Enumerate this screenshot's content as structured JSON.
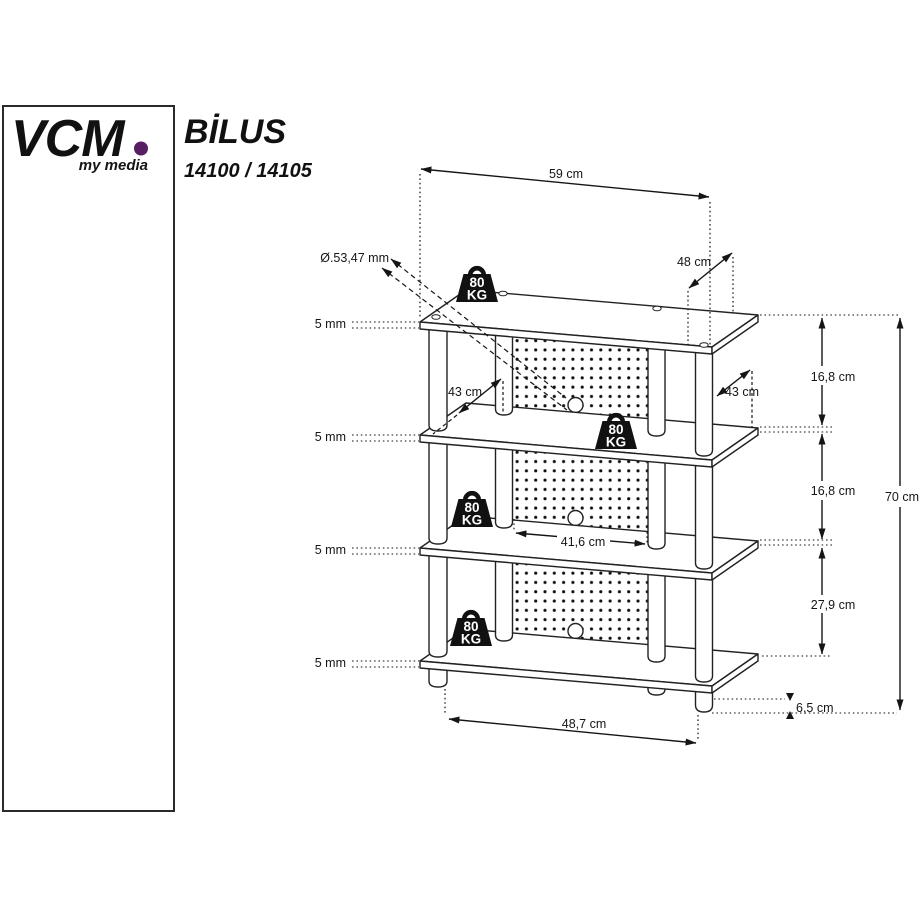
{
  "brand": {
    "name": "VCM",
    "tagline": "my media",
    "accent": "#571e63"
  },
  "product": {
    "title": "BİLUS",
    "models": "14100 / 14105"
  },
  "dimensions": {
    "top_width": "59 cm",
    "top_depth": "48 cm",
    "hole_diameter": "Ø.53,47 mm",
    "glass_thickness": "5 mm",
    "shelf_depth_left": "43 cm",
    "shelf_depth_right": "43 cm",
    "inner_width": "41,6 cm",
    "gap_top": "16,8 cm",
    "gap_middle": "16,8 cm",
    "gap_bottom": "27,9 cm",
    "total_height": "70 cm",
    "foot_height": "6,5 cm",
    "base_width": "48,7 cm"
  },
  "max_load": {
    "value": "80",
    "unit": "KG"
  }
}
